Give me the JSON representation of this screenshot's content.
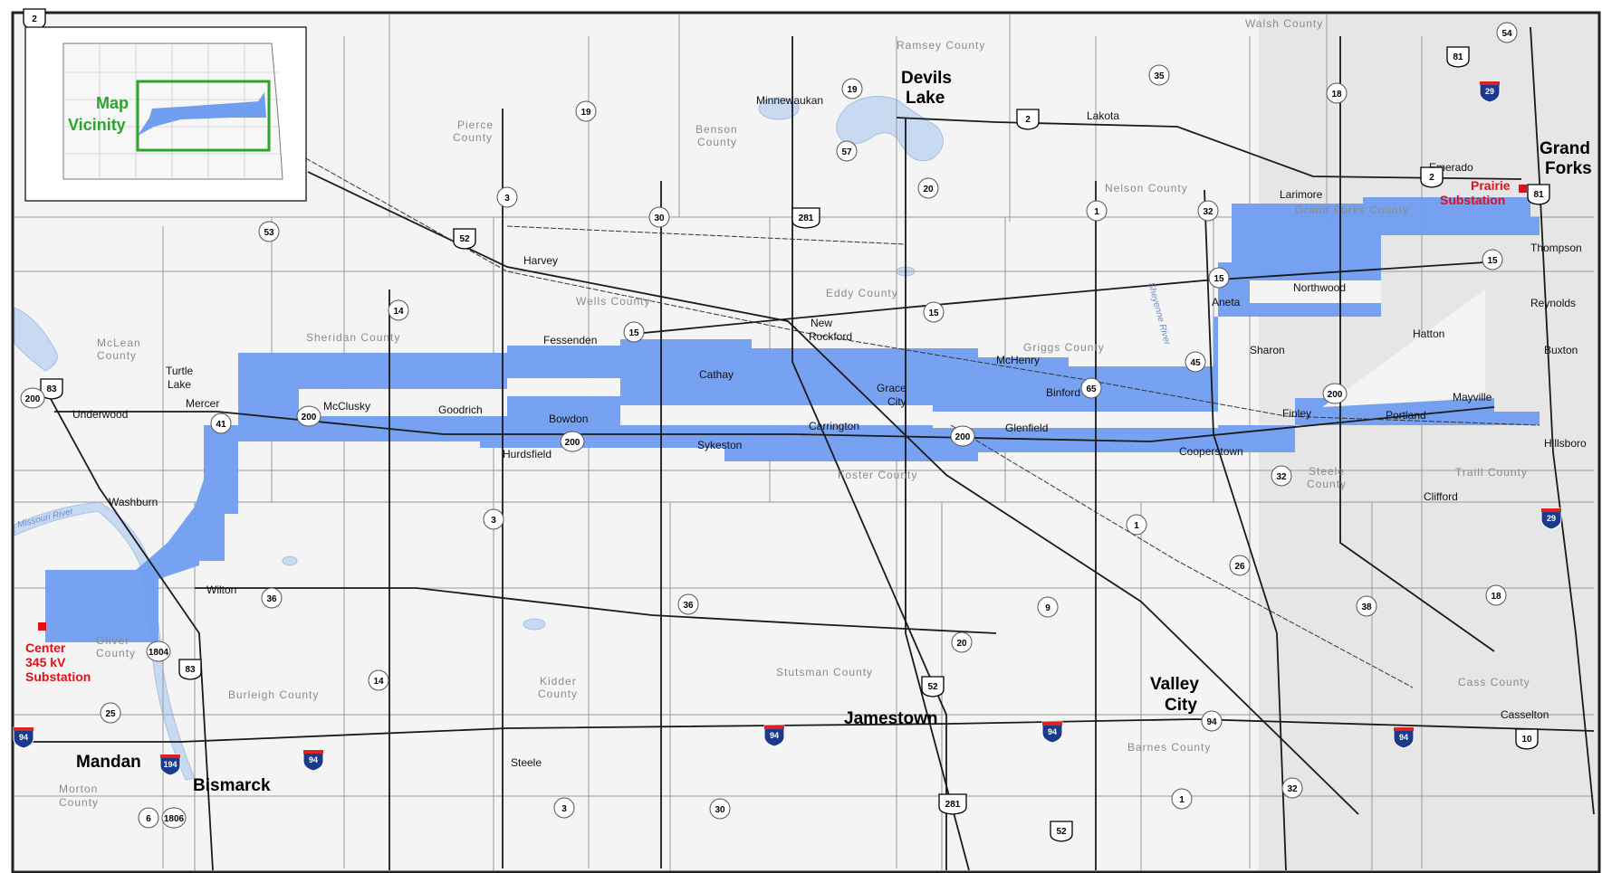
{
  "inset": {
    "label_line1": "Map",
    "label_line2": "Vicinity"
  },
  "substations": {
    "prairie_line1": "Prairie",
    "prairie_line2": "Substation",
    "center_line1": "Center",
    "center_line2": "345 kV",
    "center_line3": "Substation"
  },
  "cities": {
    "grand_forks_1": "Grand",
    "grand_forks_2": "Forks",
    "devils_lake_1": "Devils",
    "devils_lake_2": "Lake",
    "jamestown": "Jamestown",
    "valley_city_1": "Valley",
    "valley_city_2": "City",
    "mandan": "Mandan",
    "bismarck": "Bismarck"
  },
  "counties": {
    "ramsey": "Ramsey County",
    "walsh": "Walsh County",
    "pierce_1": "Pierce",
    "pierce_2": "County",
    "benson_1": "Benson",
    "benson_2": "County",
    "nelson": "Nelson County",
    "grand_forks": "Grand Forks County",
    "eddy": "Eddy County",
    "wells": "Wells County",
    "sheridan": "Sheridan County",
    "mclean_1": "McLean",
    "mclean_2": "County",
    "griggs": "Griggs County",
    "foster": "Foster County",
    "steele_1": "Steele",
    "steele_2": "County",
    "traill": "Traill County",
    "oliver_1": "Oliver",
    "oliver_2": "County",
    "burleigh": "Burleigh County",
    "kidder_1": "Kidder",
    "kidder_2": "County",
    "stutsman": "Stutsman County",
    "barnes": "Barnes County",
    "cass": "Cass County",
    "morton_1": "Morton",
    "morton_2": "County"
  },
  "towns": {
    "minnewaukan": "Minnewaukan",
    "lakota": "Lakota",
    "emerado": "Emerado",
    "larimore": "Larimore",
    "thompson": "Thompson",
    "northwood": "Northwood",
    "reynolds": "Reynolds",
    "harvey": "Harvey",
    "aneta": "Aneta",
    "hatton": "Hatton",
    "buxton": "Buxton",
    "fessenden": "Fessenden",
    "new_rockford_1": "New",
    "new_rockford_2": "Rockford",
    "mchenry": "McHenry",
    "sharon": "Sharon",
    "turtle_lake_1": "Turtle",
    "turtle_lake_2": "Lake",
    "cathay": "Cathay",
    "grace_city_1": "Grace",
    "grace_city_2": "City",
    "binford": "Binford",
    "mayville": "Mayville",
    "underwood": "Underwood",
    "mercer": "Mercer",
    "mcclusky": "McClusky",
    "goodrich": "Goodrich",
    "bowdon": "Bowdon",
    "finley": "Finley",
    "portland": "Portland",
    "carrington": "Carrington",
    "glenfield": "Glenfield",
    "hurdsfield": "Hurdsfield",
    "sykeston": "Sykeston",
    "cooperstown": "Cooperstown",
    "hillsboro": "Hillsboro",
    "washburn": "Washburn",
    "clifford": "Clifford",
    "wilton": "Wilton",
    "casselton": "Casselton",
    "steele": "Steele"
  },
  "rivers": {
    "missouri": "Missouri River",
    "sheyenne": "Sheyenne River"
  },
  "colors": {
    "corridor": "#6f9df0",
    "substation": "#e0101a",
    "inset_frame": "#2ea32e",
    "road": "#1a1a1a",
    "water": "#c7daf2"
  },
  "shields": [
    {
      "t": "us",
      "n": "2"
    },
    {
      "t": "us",
      "n": "2"
    },
    {
      "t": "us",
      "n": "2"
    },
    {
      "t": "us",
      "n": "52"
    },
    {
      "t": "us",
      "n": "52"
    },
    {
      "t": "us",
      "n": "52"
    },
    {
      "t": "us",
      "n": "281"
    },
    {
      "t": "us",
      "n": "281"
    },
    {
      "t": "us",
      "n": "81"
    },
    {
      "t": "us",
      "n": "81"
    },
    {
      "t": "us",
      "n": "83"
    },
    {
      "t": "us",
      "n": "83"
    },
    {
      "t": "us",
      "n": "10"
    },
    {
      "t": "i",
      "n": "29"
    },
    {
      "t": "i",
      "n": "29"
    },
    {
      "t": "i",
      "n": "94"
    },
    {
      "t": "i",
      "n": "94"
    },
    {
      "t": "i",
      "n": "94"
    },
    {
      "t": "i",
      "n": "94"
    },
    {
      "t": "i",
      "n": "94"
    },
    {
      "t": "i",
      "n": "194"
    },
    {
      "t": "s",
      "n": "54"
    },
    {
      "t": "s",
      "n": "35"
    },
    {
      "t": "s",
      "n": "19"
    },
    {
      "t": "s",
      "n": "19"
    },
    {
      "t": "s",
      "n": "18"
    },
    {
      "t": "s",
      "n": "18"
    },
    {
      "t": "s",
      "n": "57"
    },
    {
      "t": "s",
      "n": "20"
    },
    {
      "t": "s",
      "n": "20"
    },
    {
      "t": "s",
      "n": "3"
    },
    {
      "t": "s",
      "n": "3"
    },
    {
      "t": "s",
      "n": "3"
    },
    {
      "t": "s",
      "n": "30"
    },
    {
      "t": "s",
      "n": "30"
    },
    {
      "t": "s",
      "n": "53"
    },
    {
      "t": "s",
      "n": "1"
    },
    {
      "t": "s",
      "n": "1"
    },
    {
      "t": "s",
      "n": "1"
    },
    {
      "t": "s",
      "n": "32"
    },
    {
      "t": "s",
      "n": "32"
    },
    {
      "t": "s",
      "n": "32"
    },
    {
      "t": "s",
      "n": "15"
    },
    {
      "t": "s",
      "n": "15"
    },
    {
      "t": "s",
      "n": "15"
    },
    {
      "t": "s",
      "n": "15"
    },
    {
      "t": "s",
      "n": "14"
    },
    {
      "t": "s",
      "n": "14"
    },
    {
      "t": "s",
      "n": "45"
    },
    {
      "t": "s",
      "n": "65"
    },
    {
      "t": "s",
      "n": "200"
    },
    {
      "t": "s",
      "n": "200"
    },
    {
      "t": "s",
      "n": "200"
    },
    {
      "t": "s",
      "n": "200"
    },
    {
      "t": "s",
      "n": "200"
    },
    {
      "t": "s",
      "n": "41"
    },
    {
      "t": "s",
      "n": "36"
    },
    {
      "t": "s",
      "n": "36"
    },
    {
      "t": "s",
      "n": "26"
    },
    {
      "t": "s",
      "n": "38"
    },
    {
      "t": "s",
      "n": "9"
    },
    {
      "t": "s",
      "n": "25"
    },
    {
      "t": "s",
      "n": "1804"
    },
    {
      "t": "s",
      "n": "1806"
    },
    {
      "t": "s",
      "n": "6"
    },
    {
      "t": "s",
      "n": "94"
    }
  ]
}
